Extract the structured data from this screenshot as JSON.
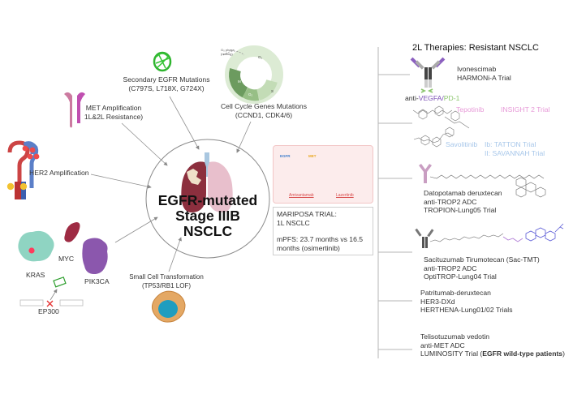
{
  "hub": {
    "title_line1": "EGFR-mutated",
    "title_line2": "Stage IIIB",
    "title_line3": "NSCLC"
  },
  "resistance_mechanisms": {
    "secondary_egfr": {
      "line1": "Secondary EGFR Mutations",
      "line2": "(C797S, L718X, G724X)"
    },
    "met_amp": {
      "line1": "MET Amplification",
      "line2": "1L&2L Resistance)"
    },
    "cell_cycle": {
      "line1": "Cell Cycle Genes Mutations",
      "line2": "(CCND1, CDK4/6)"
    },
    "her2": {
      "line1": "HER2 Amplification"
    },
    "oncogenes": {
      "kras": "KRAS",
      "myc": "MYC",
      "pik3ca": "PIK3CA",
      "ep300": "EP300"
    },
    "small_cell": {
      "line1": "Small Cell Transformation",
      "line2": "(TP53/RB1 LOF)"
    },
    "cell_cycle_diagram": {
      "g0": "G₀ phase",
      "g0_sub": "(resting)",
      "g1": "G₁",
      "s": "S",
      "g2": "G₂",
      "m": "M"
    }
  },
  "first_line": {
    "amivantamab_label": "Amivantamab",
    "lazertinib_label": "Lazertinib",
    "egfr_tag": "EGFR",
    "met_tag": "MET",
    "trial_line1": "MARIPOSA TRIAL:",
    "trial_line2": "1L NSCLC",
    "result_line1": "mPFS: 23.7 months vs 16.5",
    "result_line2": "months (osimertinib)"
  },
  "second_line": {
    "title": "2L Therapies: Resistant NSCLC",
    "items": [
      {
        "name": "Ivonescimab",
        "trial": "HARMONi-A Trial",
        "target_prefix": "anti-",
        "target_a": "VEGFA",
        "target_sep": "/",
        "target_b": "PD-1"
      },
      {
        "name": "Tepotinib",
        "trial": "INSIGHT 2 Trial"
      },
      {
        "name": "Savolitinib",
        "trial_1": "Ib: TATTON Trial",
        "trial_2": "II: SAVANNAH Trial"
      },
      {
        "name": "Datopotamab deruxtecan",
        "target": "anti-TROP2 ADC",
        "trial": "TROPION-Lung05 Trial"
      },
      {
        "name": "Sacituzumab Tirumotecan (Sac-TMT)",
        "target": "anti-TROP2 ADC",
        "trial": "OptiTROP-Lung04 Trial"
      },
      {
        "name": "Patritumab-deruxtecan",
        "target": "HER3-DXd",
        "trial": "HERTHENA-Lung01/02 Trials"
      },
      {
        "name": "Telisotuzumab vedotin",
        "target": "anti-MET ADC",
        "trial_prefix": "LUMINOSITY Trial (",
        "trial_bold": "EGFR wild-type patients",
        "trial_suffix": ")"
      }
    ]
  },
  "colors": {
    "violet": "#7b4fb5",
    "green": "#8cc56e",
    "pink": "#e79ad8",
    "light_blue": "#a7c7ea",
    "arrow": "#888888",
    "tree": "#b5b5b5"
  }
}
